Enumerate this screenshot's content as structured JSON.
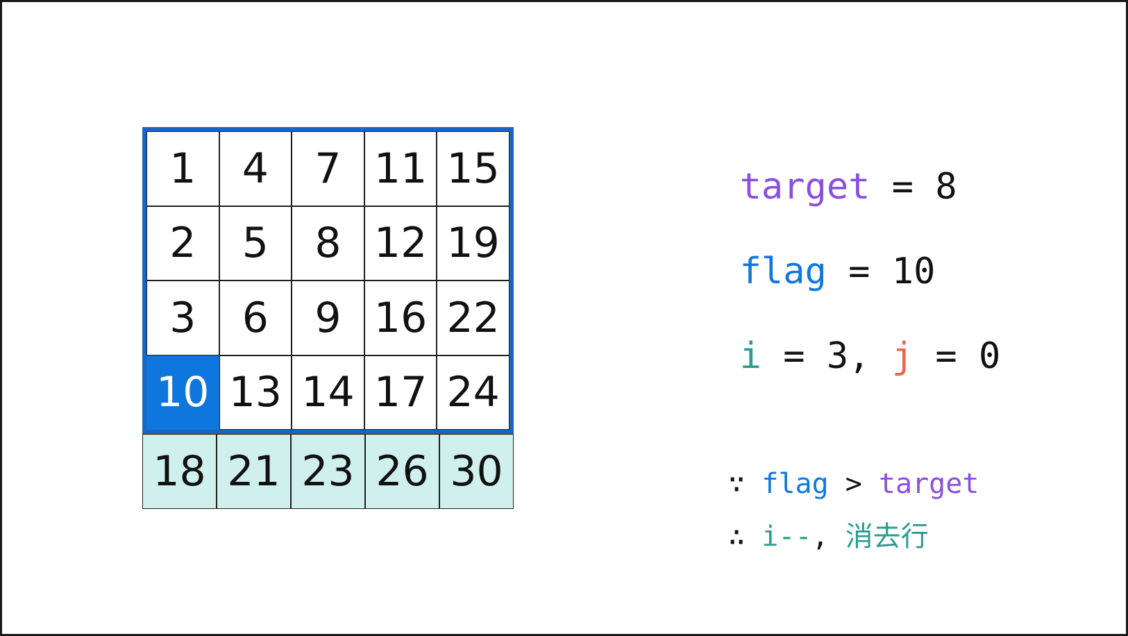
{
  "matrix": {
    "rows": [
      [
        "1",
        "4",
        "7",
        "11",
        "15"
      ],
      [
        "2",
        "5",
        "8",
        "12",
        "19"
      ],
      [
        "3",
        "6",
        "9",
        "16",
        "22"
      ],
      [
        "10",
        "13",
        "14",
        "17",
        "24"
      ],
      [
        "18",
        "21",
        "23",
        "26",
        "30"
      ]
    ],
    "current_cell": {
      "row": 3,
      "col": 0,
      "value": "10"
    },
    "eliminated_row": {
      "index": 4,
      "meaning": "row removed from search area"
    }
  },
  "code": {
    "target": {
      "keyword": "target",
      "rest": " = 8"
    },
    "flag": {
      "keyword": "flag",
      "rest": " = 10"
    },
    "ij": {
      "i": "i",
      "mid": " = 3, ",
      "j": "j",
      "end": " = 0"
    },
    "because": {
      "sym": "∵ ",
      "flag": "flag",
      "op": " > ",
      "target": "target"
    },
    "therefore": {
      "sym": "∴ ",
      "expr": "i--",
      "comma": ", ",
      "cjk": "消去行"
    }
  },
  "colors": {
    "active_border_blue": "#1767c0",
    "current_cell_blue": "#0e76dc",
    "eliminated_row_teal": "#cff0ec",
    "token_purple": "#8a4fe0",
    "token_blue": "#1078e0",
    "token_teal": "#2a9d8f",
    "token_orange": "#e8684d",
    "text_black": "#111111"
  }
}
